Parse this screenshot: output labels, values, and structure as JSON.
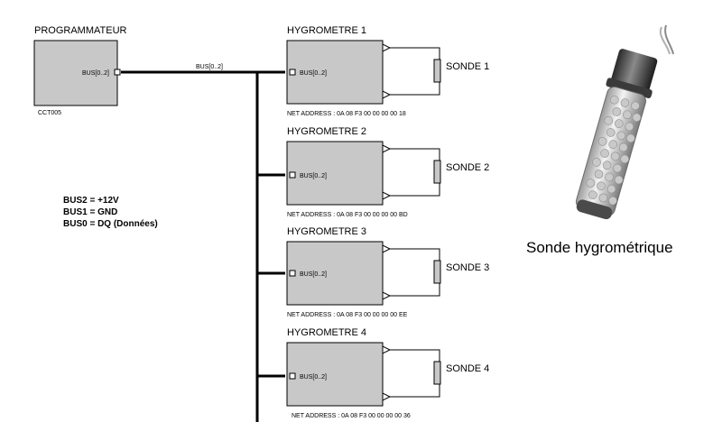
{
  "programmer": {
    "title": "PROGRAMMATEUR",
    "port_label": "BUS[0..2]",
    "ref": "CCT005"
  },
  "bus_label": "BUS[0..2]",
  "hygrometers": [
    {
      "title": "HYGROMETRE 1",
      "port_label": "BUS[0..2]",
      "sensor": "SONDE 1",
      "address": "NET ADDRESS : 0A 08 F3 00 00 00 00 18"
    },
    {
      "title": "HYGROMETRE 2",
      "port_label": "BUS[0..2]",
      "sensor": "SONDE 2",
      "address": "NET ADDRESS : 0A 08 F3 00 00 00 00 BD"
    },
    {
      "title": "HYGROMETRE 3",
      "port_label": "BUS[0..2]",
      "sensor": "SONDE 3",
      "address": "NET ADDRESS : 0A 08 F3 00 00 00 00 EE"
    },
    {
      "title": "HYGROMETRE 4",
      "port_label": "BUS[0..2]",
      "sensor": "SONDE 4",
      "address": "NET ADDRESS : 0A 08 F3 00 00 00 00 36"
    }
  ],
  "bus_notes": [
    "BUS2 = +12V",
    "BUS1 = GND",
    "BUS0 = DQ (Données)"
  ],
  "photo_caption": "Sonde hygrométrique",
  "colors": {
    "box_fill": "#c8c8c8",
    "line": "#000000"
  }
}
